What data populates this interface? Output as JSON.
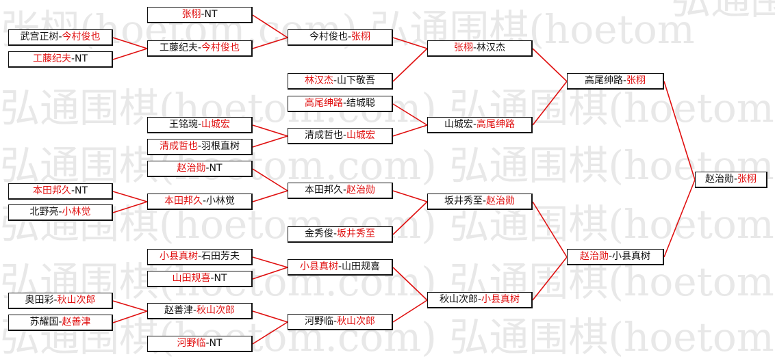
{
  "watermark": {
    "lines": [
      "张栩(hoetom.com) 弘通围棋(hoetom",
      "弘通围棋(hoetom.com) 弘通围棋(hoetom",
      "弘通围棋(hoetom.com) 弘通围棋(hoetom",
      "弘通围棋(hoetom.com) 弘通围棋(hoetom",
      "弘通围棋(hoetom.com) 弘通围棋(hoetom",
      "弘通围棋(hoetom.com) 弘通围棋(hoetom",
      "弘通围棋(hoetom.com) 弘通围棋(hoetom"
    ]
  },
  "colors": {
    "winner": "#e01010",
    "loser": "#111111",
    "connector": "#e01010"
  },
  "matches": [
    {
      "id": "r0a1",
      "p1": "武宫正树",
      "p2": "今村俊也",
      "winner": 2
    },
    {
      "id": "r0a2",
      "p1": "工藤纪夫",
      "p2": "NT",
      "winner": 1
    },
    {
      "id": "r0b1",
      "p1": "本田邦久",
      "p2": "NT",
      "winner": 1
    },
    {
      "id": "r0b2",
      "p1": "北野亮",
      "p2": "小林觉",
      "winner": 2
    },
    {
      "id": "r0c1",
      "p1": "奥田彩",
      "p2": "秋山次郎",
      "winner": 2
    },
    {
      "id": "r0c2",
      "p1": "苏耀国",
      "p2": "赵善津",
      "winner": 2
    },
    {
      "id": "r1a",
      "p1": "张栩",
      "p2": "NT",
      "winner": 1
    },
    {
      "id": "r1b",
      "p1": "工藤纪夫",
      "p2": "今村俊也",
      "winner": 2
    },
    {
      "id": "r1c",
      "p1": "林汉杰",
      "p2": "山下敬吾",
      "winner": 1
    },
    {
      "id": "r1d",
      "p1": "高尾绅路",
      "p2": "结城聪",
      "winner": 1
    },
    {
      "id": "r1e",
      "p1": "王铭琬",
      "p2": "山城宏",
      "winner": 2
    },
    {
      "id": "r1f",
      "p1": "清成哲也",
      "p2": "羽根直树",
      "winner": 1
    },
    {
      "id": "r1g",
      "p1": "赵治勋",
      "p2": "NT",
      "winner": 1
    },
    {
      "id": "r1h",
      "p1": "本田邦久",
      "p2": "小林觉",
      "winner": 1
    },
    {
      "id": "r1i",
      "p1": "金秀俊",
      "p2": "坂井秀至",
      "winner": 2
    },
    {
      "id": "r1j",
      "p1": "小县真树",
      "p2": "石田芳夫",
      "winner": 1
    },
    {
      "id": "r1k",
      "p1": "山田规喜",
      "p2": "NT",
      "winner": 1
    },
    {
      "id": "r1l",
      "p1": "赵善津",
      "p2": "秋山次郎",
      "winner": 2
    },
    {
      "id": "r1m",
      "p1": "河野临",
      "p2": "NT",
      "winner": 1
    },
    {
      "id": "r2a",
      "p1": "今村俊也",
      "p2": "张栩",
      "winner": 2
    },
    {
      "id": "r2b",
      "p1": "清成哲也",
      "p2": "山城宏",
      "winner": 2
    },
    {
      "id": "r2c",
      "p1": "本田邦久",
      "p2": "赵治勋",
      "winner": 2
    },
    {
      "id": "r2d",
      "p1": "小县真树",
      "p2": "山田规喜",
      "winner": 1
    },
    {
      "id": "r2e",
      "p1": "河野临",
      "p2": "秋山次郎",
      "winner": 2
    },
    {
      "id": "r3a",
      "p1": "张栩",
      "p2": "林汉杰",
      "winner": 1
    },
    {
      "id": "r3b",
      "p1": "山城宏",
      "p2": "高尾绅路",
      "winner": 2
    },
    {
      "id": "r3c",
      "p1": "坂井秀至",
      "p2": "赵治勋",
      "winner": 2
    },
    {
      "id": "r3d",
      "p1": "秋山次郎",
      "p2": "小县真树",
      "winner": 2
    },
    {
      "id": "r4a",
      "p1": "高尾绅路",
      "p2": "张栩",
      "winner": 2
    },
    {
      "id": "r4b",
      "p1": "赵治勋",
      "p2": "小县真树",
      "winner": 1
    },
    {
      "id": "r5",
      "p1": "赵治勋",
      "p2": "张栩",
      "winner": 2
    }
  ]
}
